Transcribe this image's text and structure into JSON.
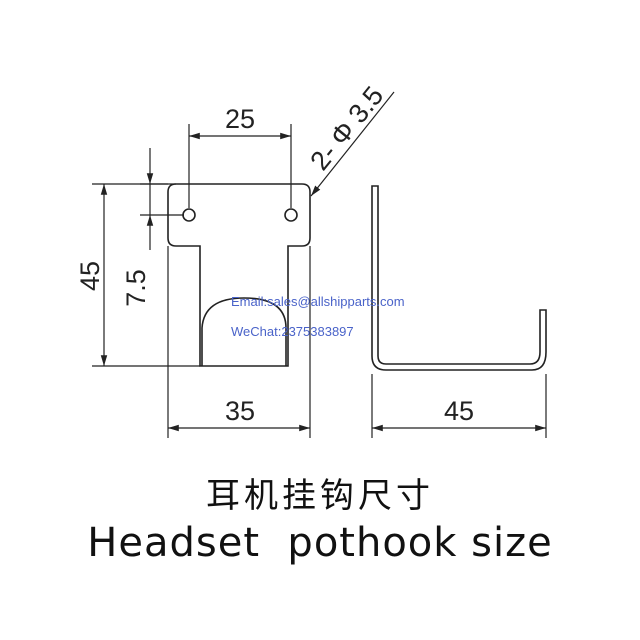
{
  "dimensions": {
    "hole_spacing": "25",
    "hole_spec": "2- Φ 3.5",
    "height": "45",
    "hole_offset": "7.5",
    "width": "35",
    "depth": "45"
  },
  "watermark": {
    "email": "Email:sales@allshipparts.com",
    "wechat": "WeChat:2375383897"
  },
  "caption": {
    "chinese": "耳机挂钩尺寸",
    "english": "Headset  pothook size"
  }
}
